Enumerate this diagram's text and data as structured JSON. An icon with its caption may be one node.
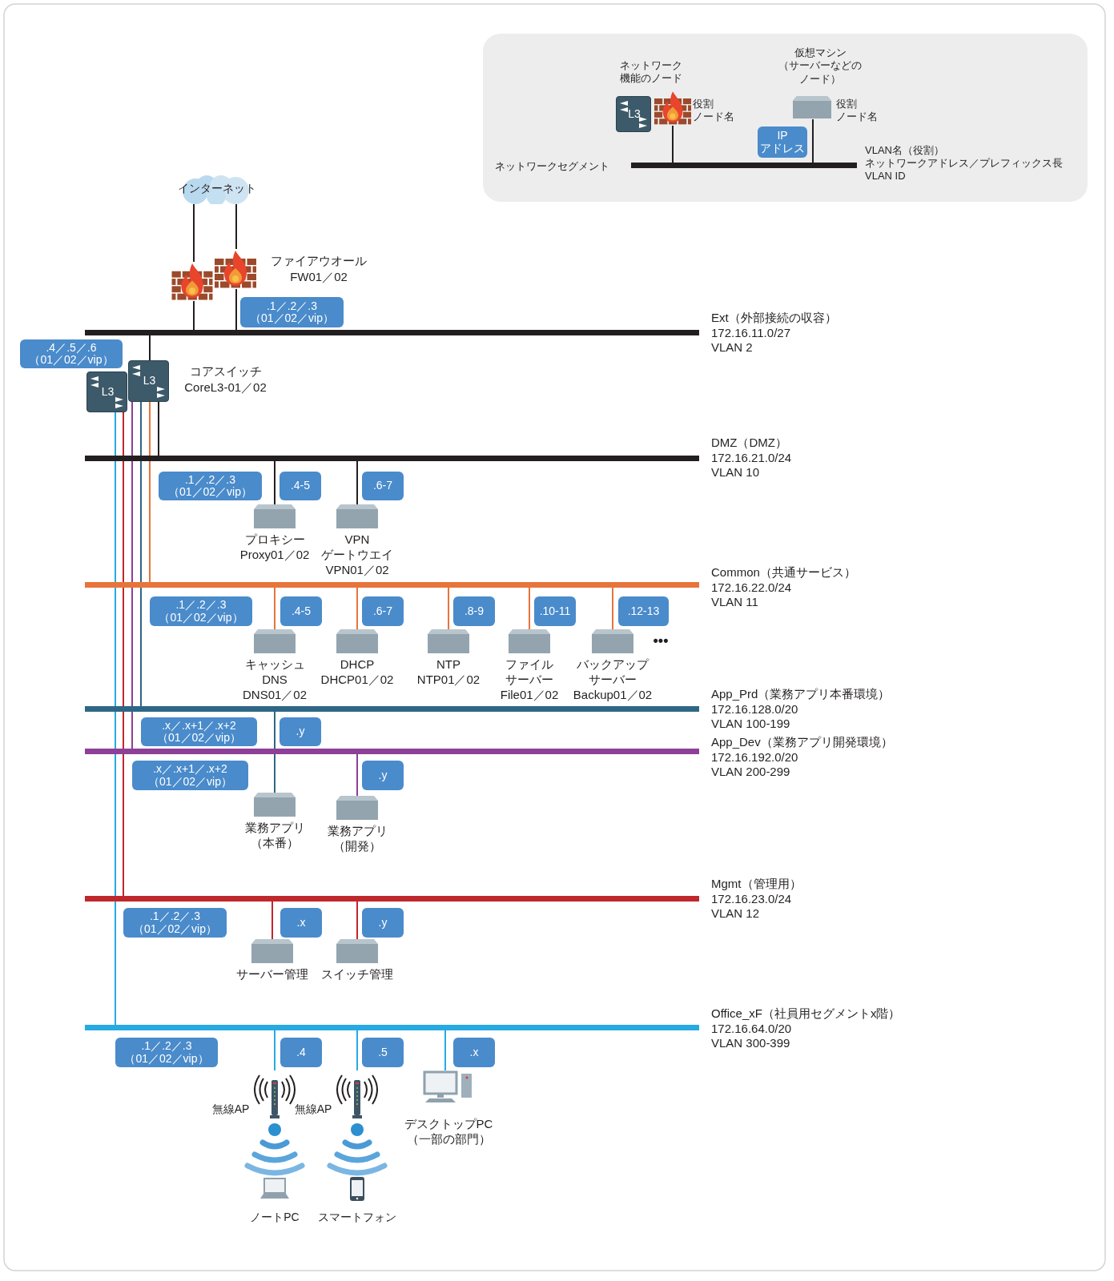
{
  "diagram": {
    "nodes": [
      {
        "text": [],
        "shape": "box"
      },
      {
        "text": [
          "L3"
        ],
        "in": 0
      },
      {
        "text": [],
        "shape": "firewall",
        "in": 0,
        "beside": [
          "ネットワーク機能のノード",
          "役割",
          "ノード名"
        ]
      },
      {
        "text": [],
        "shape": "server",
        "in": 0,
        "beside": [
          "仮想マシン（サーバーなどのノード）",
          "役割",
          "ノード名"
        ]
      },
      {
        "text": [
          "IPアドレス"
        ],
        "in": 0
      },
      {
        "text": [],
        "shape": "bar",
        "in": 0,
        "beside": [
          "ネットワークセグメント",
          "VLAN名（役割）",
          "ネットワークアドレス／プレフィックス長",
          "VLAN ID"
        ]
      },
      {
        "text": [
          "インターネット"
        ]
      },
      {
        "text": [],
        "shape": "firewall"
      },
      {
        "text": [],
        "shape": "firewall",
        "beside": [
          "ファイアウオール",
          "FW01／02"
        ]
      },
      {
        "text": [
          ".1／.2／.3",
          "（01／02／vip）"
        ]
      },
      {
        "text": [],
        "shape": "bar",
        "beside": [
          "Ext（外部接続の収容）",
          "172.16.11.0/27",
          "VLAN 2"
        ]
      },
      {
        "text": [
          ".4／.5／.6",
          "（01／02／vip）"
        ]
      },
      {
        "text": [
          "L3"
        ]
      },
      {
        "text": [
          "L3"
        ],
        "beside": [
          "コアスイッチ",
          "CoreL3-01／02"
        ]
      },
      {
        "text": [],
        "shape": "bar",
        "beside": [
          "DMZ（DMZ）",
          "172.16.21.0/24",
          "VLAN 10"
        ]
      },
      {
        "text": [
          ".1／.2／.3",
          "（01／02／vip）"
        ]
      },
      {
        "text": [
          ".4-5"
        ]
      },
      {
        "text": [
          ".6-7"
        ]
      },
      {
        "text": [
          "プロキシー",
          "Proxy01／02"
        ]
      },
      {
        "text": [
          "VPNゲートウエイ",
          "VPN01／02"
        ]
      },
      {
        "text": [],
        "shape": "bar",
        "beside": [
          "Common（共通サービス）",
          "172.16.22.0/24",
          "VLAN 11"
        ]
      },
      {
        "text": [
          ".1／.2／.3",
          "（01／02／vip）"
        ]
      },
      {
        "text": [
          ".4-5"
        ]
      },
      {
        "text": [
          ".6-7"
        ]
      },
      {
        "text": [
          ".8-9"
        ]
      },
      {
        "text": [
          ".10-11"
        ]
      },
      {
        "text": [
          ".12-13"
        ]
      },
      {
        "text": [
          "キャッシュDNS",
          "DNS01／02"
        ]
      },
      {
        "text": [
          "DHCP",
          "DHCP01／02"
        ]
      },
      {
        "text": [
          "NTP",
          "NTP01／02"
        ]
      },
      {
        "text": [
          "ファイルサーバー",
          "File01／02"
        ]
      },
      {
        "text": [
          "バックアップサーバー",
          "Backup01／02"
        ]
      },
      {
        "text": [],
        "shape": "bar",
        "beside": [
          "App_Prd（業務アプリ本番環境）",
          "172.16.128.0/20",
          "VLAN 100-199"
        ]
      },
      {
        "text": [
          ".x／.x+1／.x+2",
          "（01／02／vip）"
        ]
      },
      {
        "text": [
          ".y"
        ]
      },
      {
        "text": [],
        "shape": "bar",
        "beside": [
          "App_Dev（業務アプリ開発環境）",
          "172.16.192.0/20",
          "VLAN 200-299"
        ]
      },
      {
        "text": [
          ".x／.x+1／.x+2",
          "（01／02／vip）"
        ]
      },
      {
        "text": [
          ".y"
        ]
      },
      {
        "text": [
          "業務アプリ（本番）"
        ]
      },
      {
        "text": [
          "業務アプリ（開発）"
        ]
      },
      {
        "text": [],
        "shape": "bar",
        "beside": [
          "Mgmt（管理用）",
          "172.16.23.0/24",
          "VLAN 12"
        ]
      },
      {
        "text": [
          ".1／.2／.3",
          "（01／02／vip）"
        ]
      },
      {
        "text": [
          ".x"
        ]
      },
      {
        "text": [
          ".y"
        ]
      },
      {
        "text": [
          "サーバー管理"
        ]
      },
      {
        "text": [
          "スイッチ管理"
        ]
      },
      {
        "text": [],
        "shape": "bar",
        "beside": [
          "Office_xF（社員用セグメントx階）",
          "172.16.64.0/20",
          "VLAN 300-399"
        ]
      },
      {
        "text": [
          ".1／.2／.3",
          "（01／02／vip）"
        ]
      },
      {
        "text": [
          ".4"
        ]
      },
      {
        "text": [
          ".5"
        ]
      },
      {
        "text": [
          ".x"
        ]
      },
      {
        "text": [
          "無線AP"
        ]
      },
      {
        "text": [
          "無線AP"
        ]
      },
      {
        "text": [
          "デスクトップPC（一部の部門）"
        ]
      },
      {
        "text": [
          "ノートPC"
        ]
      },
      {
        "text": [
          "スマートフォン"
        ]
      }
    ],
    "edges": [
      {
        "from": 6,
        "to": 7,
        "arrow": "none"
      },
      {
        "from": 6,
        "to": 8,
        "arrow": "none"
      },
      {
        "from": 7,
        "to": 10,
        "arrow": "none"
      },
      {
        "from": 8,
        "to": 10,
        "arrow": "none"
      },
      {
        "from": 10,
        "to": 13,
        "arrow": "none"
      },
      {
        "from": 13,
        "to": 14,
        "arrow": "none"
      },
      {
        "from": 13,
        "to": 20,
        "arrow": "none",
        "color": "#e8743b"
      },
      {
        "from": 13,
        "to": 32,
        "arrow": "none",
        "color": "#2e6785"
      },
      {
        "from": 13,
        "to": 35,
        "arrow": "none",
        "color": "#8e3f97"
      },
      {
        "from": 12,
        "to": 40,
        "arrow": "none",
        "color": "#c0272d"
      },
      {
        "from": 12,
        "to": 46,
        "arrow": "none",
        "color": "#27aae1"
      },
      {
        "from": 14,
        "to": 18,
        "arrow": "none"
      },
      {
        "from": 14,
        "to": 19,
        "arrow": "none"
      },
      {
        "from": 20,
        "to": 27,
        "arrow": "none",
        "color": "#e8743b"
      },
      {
        "from": 20,
        "to": 28,
        "arrow": "none",
        "color": "#e8743b"
      },
      {
        "from": 20,
        "to": 29,
        "arrow": "none",
        "color": "#e8743b"
      },
      {
        "from": 20,
        "to": 30,
        "arrow": "none",
        "color": "#e8743b"
      },
      {
        "from": 20,
        "to": 31,
        "arrow": "none",
        "color": "#e8743b"
      },
      {
        "from": 32,
        "to": 38,
        "arrow": "none",
        "color": "#2e6785"
      },
      {
        "from": 35,
        "to": 39,
        "arrow": "none",
        "color": "#8e3f97"
      },
      {
        "from": 40,
        "to": 44,
        "arrow": "none",
        "color": "#c0272d"
      },
      {
        "from": 40,
        "to": 45,
        "arrow": "none",
        "color": "#c0272d"
      },
      {
        "from": 46,
        "to": 51,
        "arrow": "none",
        "color": "#27aae1"
      },
      {
        "from": 46,
        "to": 52,
        "arrow": "none",
        "color": "#27aae1"
      },
      {
        "from": 46,
        "to": 53,
        "arrow": "none",
        "color": "#27aae1"
      },
      {
        "from": 2,
        "to": 5,
        "arrow": "none"
      },
      {
        "from": 3,
        "to": 5,
        "arrow": "none"
      }
    ],
    "labels": [
      "•••"
    ]
  }
}
